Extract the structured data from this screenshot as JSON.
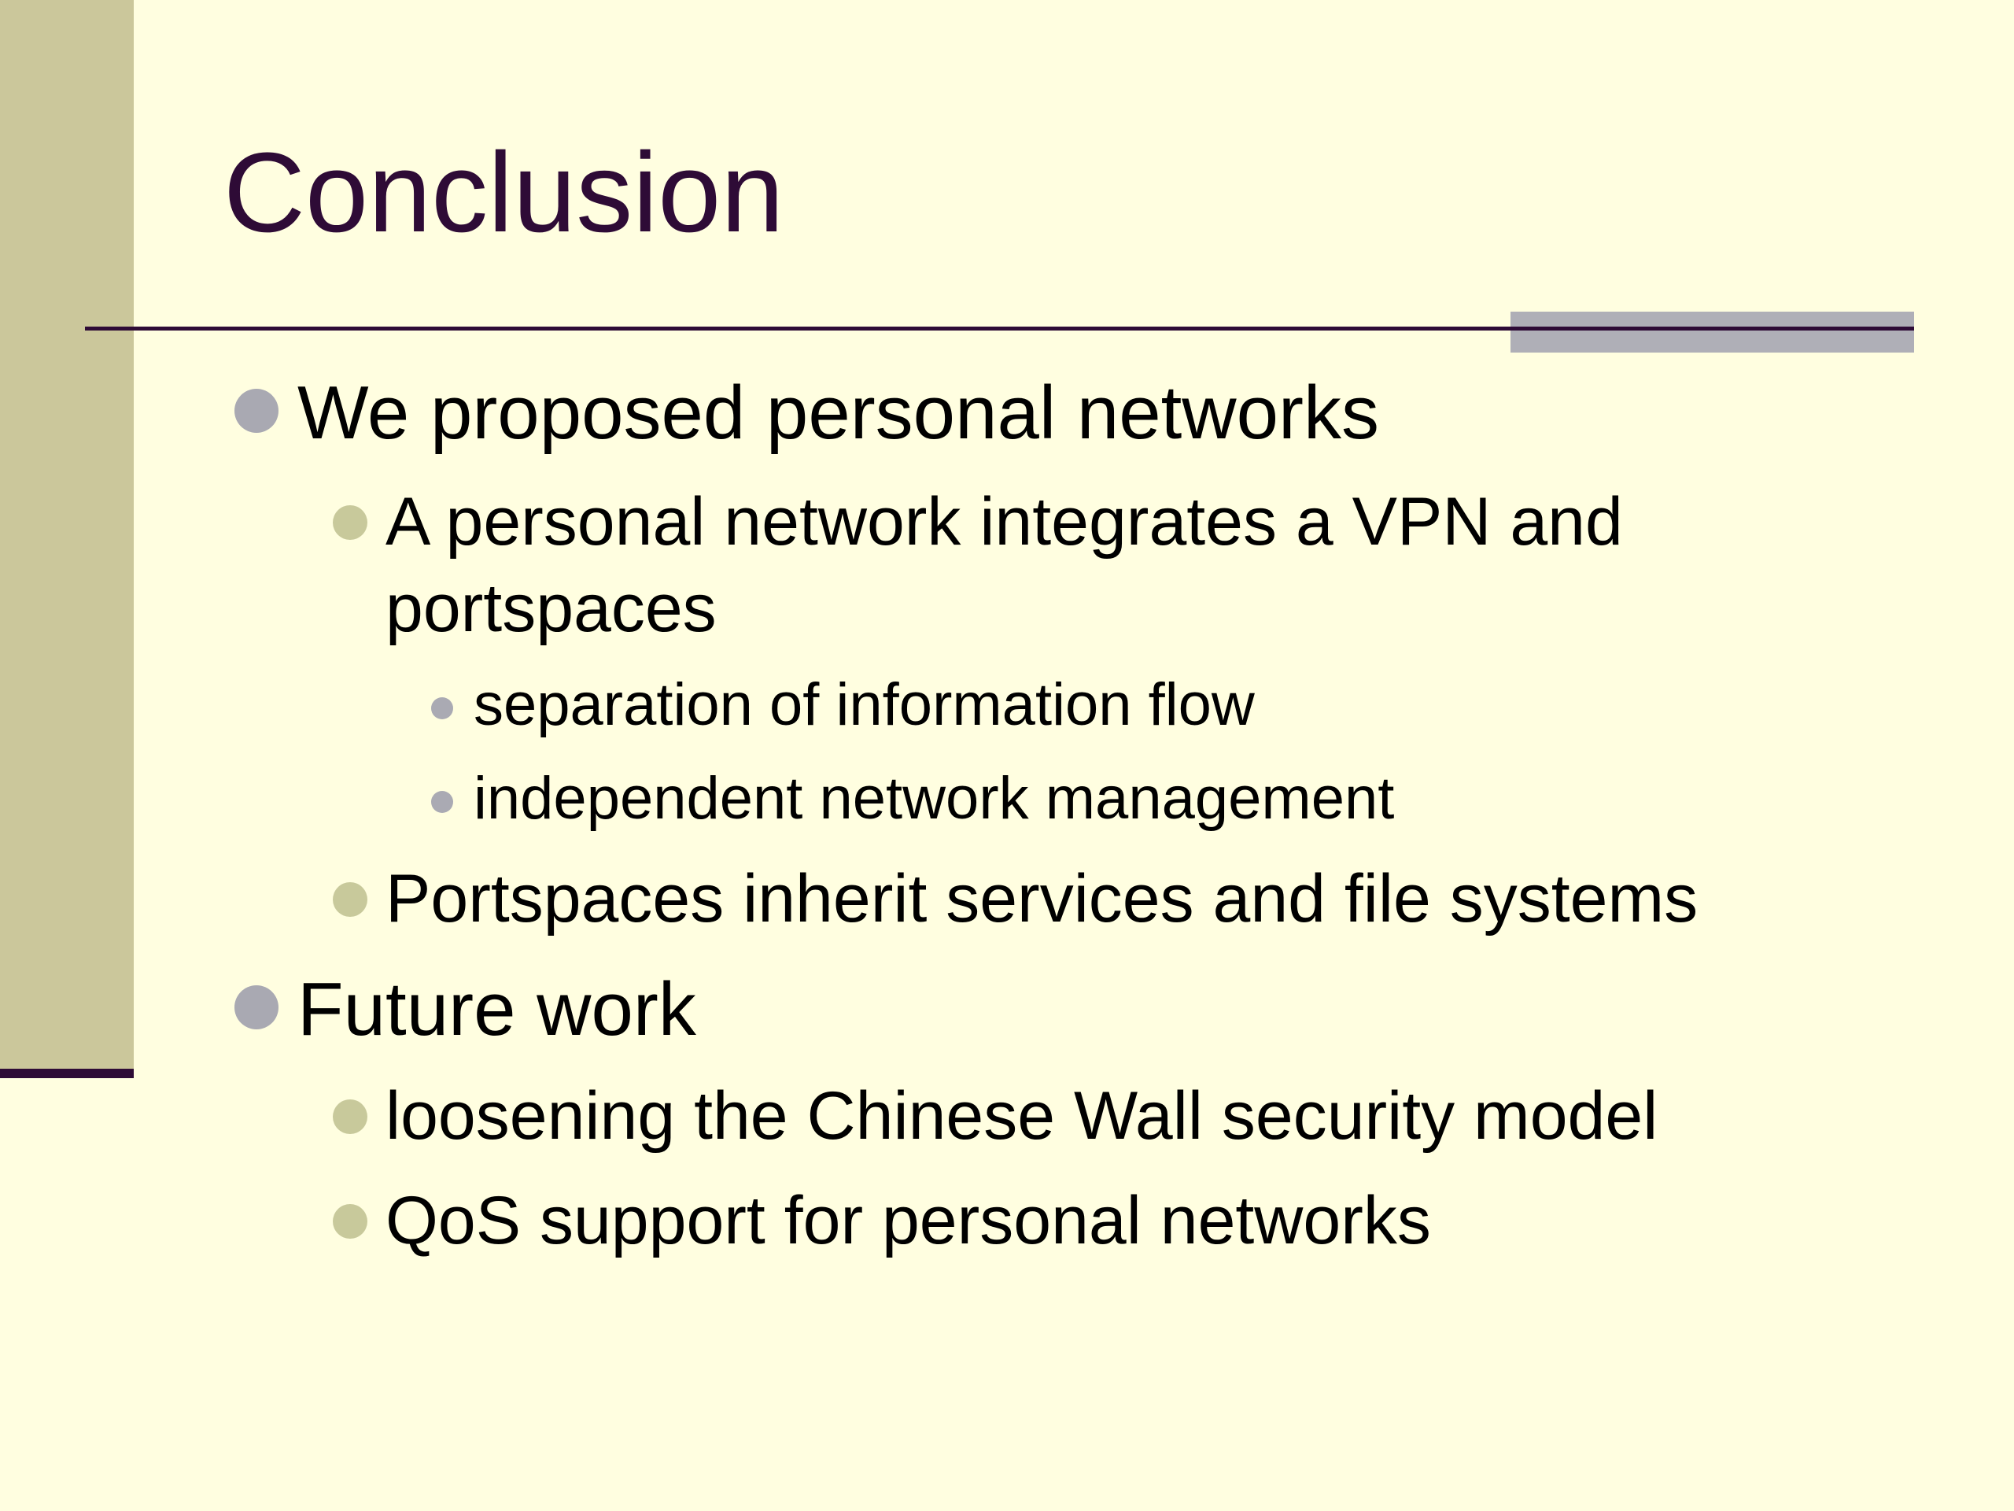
{
  "slide": {
    "title": "Conclusion",
    "bullets": [
      {
        "level": 1,
        "text": "We proposed personal networks"
      },
      {
        "level": 2,
        "text": "A personal network integrates a VPN and"
      },
      {
        "level": 2,
        "text": "portspaces"
      },
      {
        "level": 3,
        "text": "separation of information flow"
      },
      {
        "level": 3,
        "text": "independent network management"
      },
      {
        "level": 2,
        "text": "Portspaces inherit services and file systems"
      },
      {
        "level": 1,
        "text": "Future work"
      },
      {
        "level": 2,
        "text": "loosening the Chinese Wall security model"
      },
      {
        "level": 2,
        "text": "QoS support for personal networks"
      }
    ]
  },
  "colors": {
    "background": "#FFFEE0",
    "left_bar": "#CBC79B",
    "title": "#2E0B36",
    "rule": "#2E0B36",
    "rule_accent": "#AFAFB7",
    "bullet_level_1": "#A9A9B2",
    "bullet_level_2": "#C8C99B",
    "bullet_level_3": "#AAAAB3"
  }
}
